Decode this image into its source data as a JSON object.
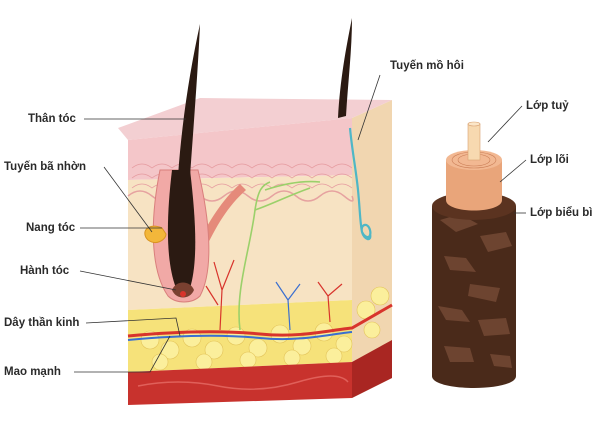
{
  "labels": {
    "left": [
      {
        "key": "than_toc",
        "text": "Thân tóc"
      },
      {
        "key": "tuyen_ba_nhon",
        "text": "Tuyến bã nhờn"
      },
      {
        "key": "nang_toc",
        "text": "Nang tóc"
      },
      {
        "key": "hanh_toc",
        "text": "Hành tóc"
      },
      {
        "key": "day_than_kinh",
        "text": "Dây thần kinh"
      },
      {
        "key": "mao_mach",
        "text": "Mao mạnh"
      }
    ],
    "right": [
      {
        "key": "tuyen_mo_hoi",
        "text": "Tuyến mồ hôi"
      },
      {
        "key": "lop_tuy",
        "text": "Lớp tuỷ"
      },
      {
        "key": "lop_loi",
        "text": "Lớp lõi"
      },
      {
        "key": "lop_bieu_bi",
        "text": "Lớp biểu bì"
      }
    ]
  },
  "colors": {
    "epidermis": "#f4c6c9",
    "dermis": "#f7e3c3",
    "fat": "#f6e27a",
    "muscle_layer": "#c8322d",
    "hair": "#2b1a12",
    "cortex": "#e9a57a",
    "cuticle": "#4a2a1a",
    "medulla": "#f7d9b0",
    "nerve": "#9bd06a",
    "sweat_gland": "#4fb7c6",
    "leader_line": "#333333"
  }
}
